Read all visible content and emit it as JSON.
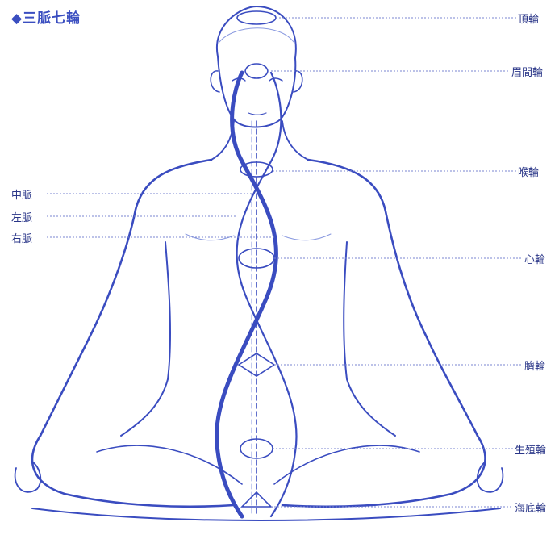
{
  "title": "◆三脈七輪",
  "chakras": [
    {
      "id": "crown",
      "label": "頂輪"
    },
    {
      "id": "brow",
      "label": "眉間輪"
    },
    {
      "id": "throat",
      "label": "喉輪"
    },
    {
      "id": "heart",
      "label": "心輪"
    },
    {
      "id": "navel",
      "label": "臍輪"
    },
    {
      "id": "sacral",
      "label": "生殖輪"
    },
    {
      "id": "root",
      "label": "海底輪"
    }
  ],
  "channels": [
    {
      "id": "central",
      "label": "中脈"
    },
    {
      "id": "left",
      "label": "左脈"
    },
    {
      "id": "right",
      "label": "右脈"
    }
  ],
  "colors": {
    "ink": "#3a4cc0",
    "ink_light": "#8a9ae0",
    "label": "#2a3688",
    "leader": "#7a86d0"
  }
}
